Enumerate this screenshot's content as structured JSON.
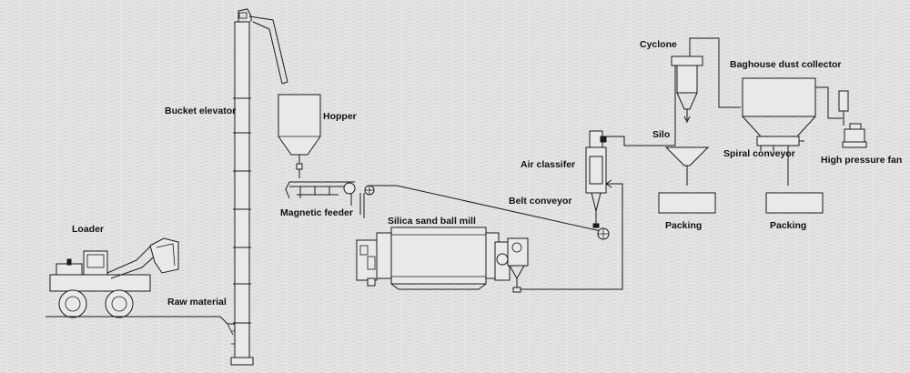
{
  "labels": {
    "loader": "Loader",
    "raw_material": "Raw material",
    "bucket_elevator": "Bucket elevator",
    "hopper": "Hopper",
    "magnetic_feeder": "Magnetic feeder",
    "ball_mill": "Silica sand ball mill",
    "belt_conveyor": "Belt conveyor",
    "air_classifier": "Air classifer",
    "cyclone": "Cyclone",
    "silo": "Silo",
    "packing_left": "Packing",
    "baghouse": "Baghouse dust collector",
    "spiral_conveyor": "Spiral conveyor",
    "packing_right": "Packing",
    "high_pressure_fan": "High pressure fan"
  },
  "colors": {
    "background": "#e3e3e3",
    "line": "#1a1a1a"
  }
}
